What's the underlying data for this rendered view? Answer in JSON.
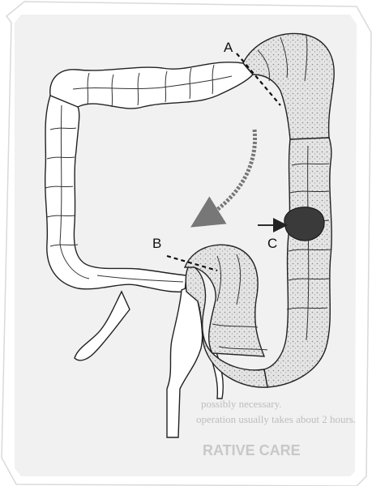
{
  "labels": {
    "a": "A",
    "b": "B",
    "c": "C"
  },
  "background_text": {
    "lines": [
      "possibly necessary.",
      "operation usually takes about 2 hours.",
      "RATIVE CARE"
    ]
  },
  "colors": {
    "frame": "#ffffff",
    "paper": "#f1f1f1",
    "ink": "#222222",
    "tumor": "#3a3a3a",
    "stipple": "#cfcfcf"
  }
}
